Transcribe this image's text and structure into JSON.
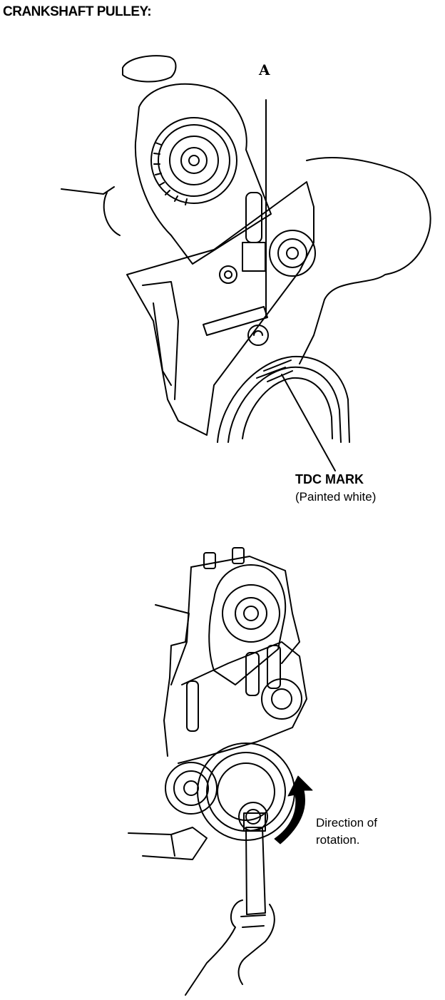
{
  "title": "CRANKSHAFT PULLEY:",
  "callout_a": "A",
  "tdc_mark": {
    "label": "TDC MARK",
    "note": "(Painted white)"
  },
  "direction": {
    "line1": "Direction of",
    "line2": "rotation."
  },
  "icons": [
    "engine-illustration",
    "rotation-arrow-icon",
    "ratchet-wrench",
    "hand"
  ]
}
